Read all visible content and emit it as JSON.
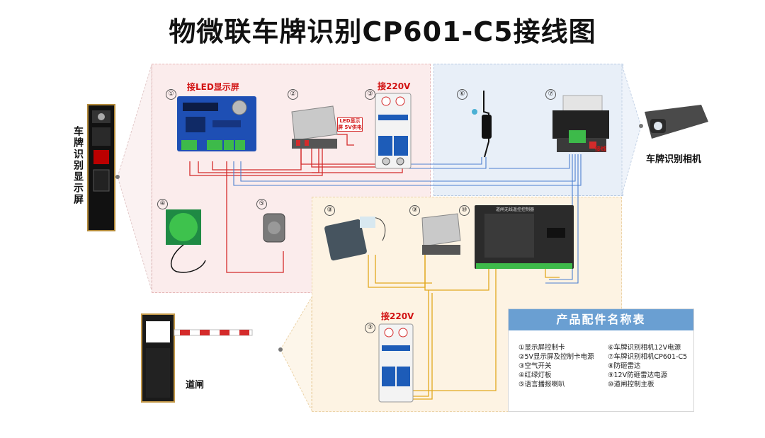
{
  "title": "物微联车牌识别CP601-C5接线图",
  "labels": {
    "display_screen": "车牌识别显示屏",
    "camera": "车牌识别相机",
    "barrier": "道闸",
    "led_screen": "接LED显示屏",
    "power_220v_top": "接220V",
    "power_220v_bottom": "接220V",
    "led_psu_tag": "LED显示屏 5V供电",
    "camera_wire_tag": "接线",
    "controller_title": "道闸无线遥控控制器"
  },
  "numbers": {
    "n1": "①",
    "n2": "②",
    "n3": "③",
    "n4": "④",
    "n5": "⑤",
    "n6": "⑥",
    "n7": "⑦",
    "n8": "⑧",
    "n9": "⑨",
    "n10": "⑩",
    "n3b": "③"
  },
  "legend": {
    "title": "产品配件名称表",
    "left": [
      "①显示屏控制卡",
      "②5V显示屏及控制卡电源",
      "③空气开关",
      "④红绿灯板",
      "⑤语言播报喇叭"
    ],
    "right": [
      "⑥车牌识别相机12V电源",
      "⑦车牌识别相机CP601-C5",
      "⑧防砸雷达",
      "⑨12V防砸雷达电源",
      "⑩道闸控制主板"
    ]
  },
  "colors": {
    "wire_red": "#d42b2b",
    "wire_blue": "#4b7fd0",
    "wire_yellow": "#e2a81e",
    "legend_header": "#6a9fd2",
    "panel_pink": "#fbecec",
    "panel_blue": "#e8eff8",
    "panel_yellow": "#fdf3e3"
  }
}
